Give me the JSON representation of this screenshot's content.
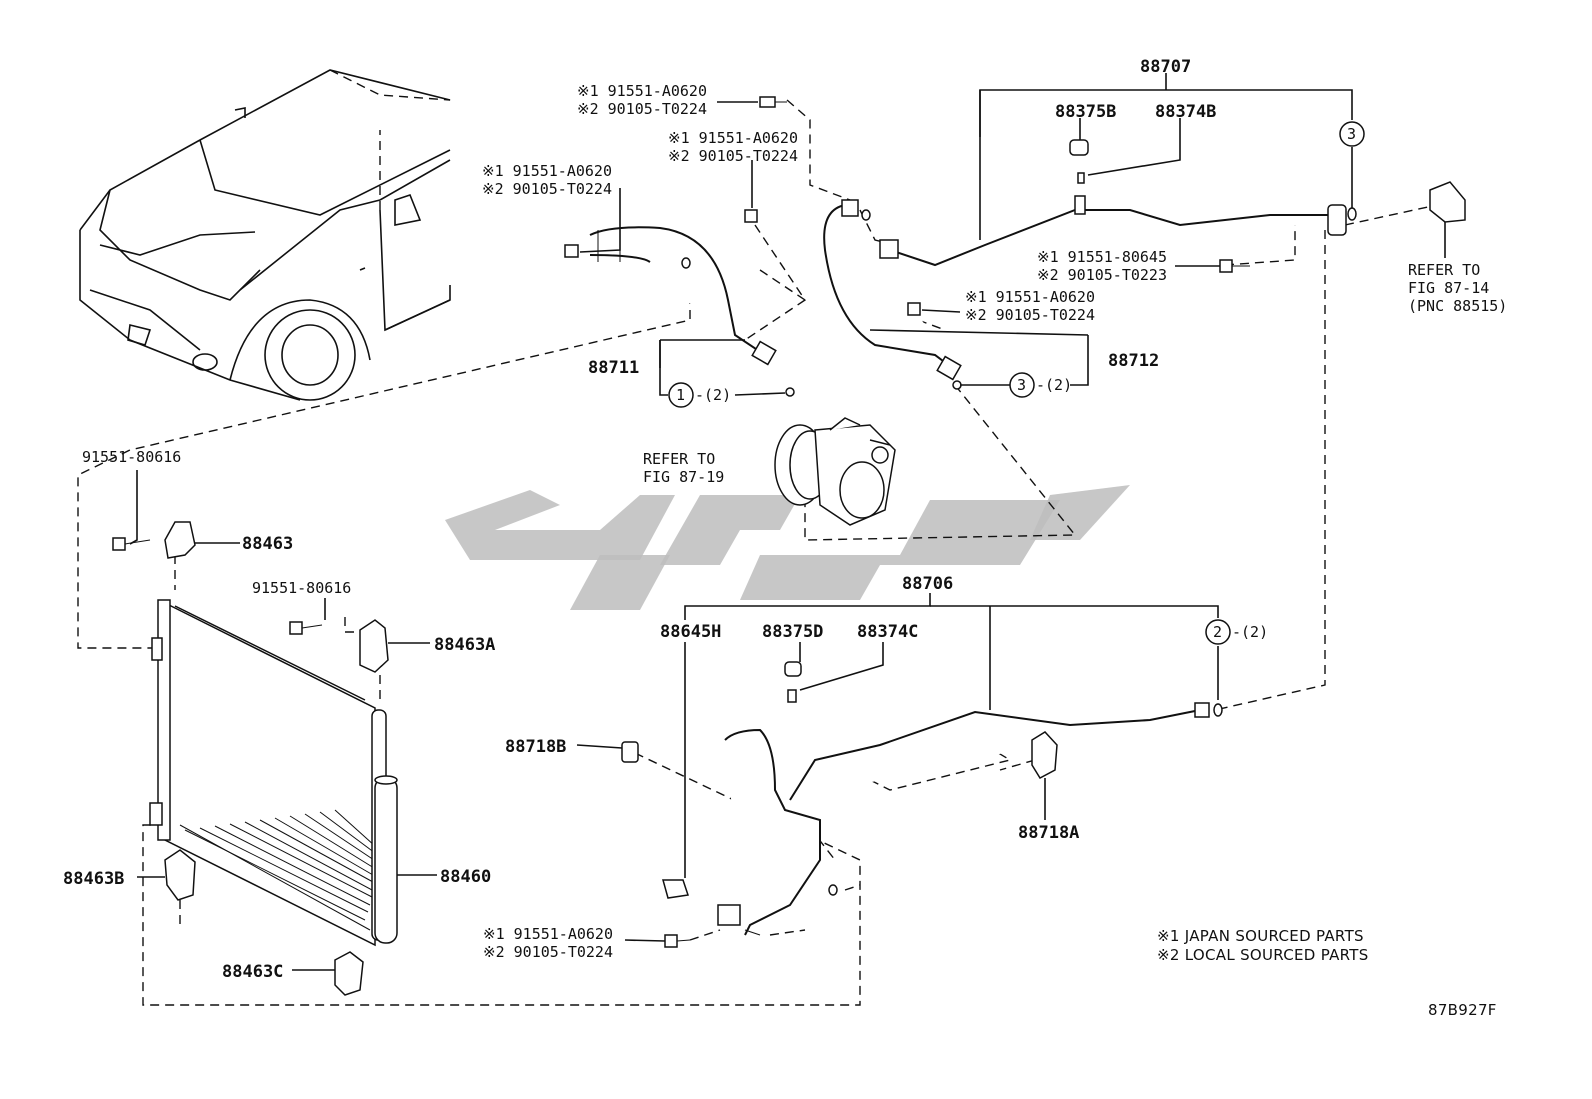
{
  "labels": {
    "p88707": "88707",
    "p88375B": "88375B",
    "p88374B": "88374B",
    "p88711": "88711",
    "p88712": "88712",
    "p88706": "88706",
    "p88645H": "88645H",
    "p88375D": "88375D",
    "p88374C": "88374C",
    "p88718B": "88718B",
    "p88718A": "88718A",
    "p88463": "88463",
    "p88463A": "88463A",
    "p88463B": "88463B",
    "p88463C": "88463C",
    "p88460": "88460"
  },
  "bolts": {
    "top_center": [
      "※1 91551-A0620",
      "※2 90105-T0224"
    ],
    "mid_center": [
      "※1 91551-A0620",
      "※2 90105-T0224"
    ],
    "left_pipe": [
      "※1 91551-A0620",
      "※2 90105-T0224"
    ],
    "right_upper": [
      "※1 91551-80645",
      "※2 90105-T0223"
    ],
    "right_mid": [
      "※1 91551-A0620",
      "※2 90105-T0224"
    ],
    "bottom": [
      "※1 91551-A0620",
      "※2 90105-T0224"
    ],
    "cond_left": "91551-80616",
    "cond_mid": "91551-80616"
  },
  "refs": {
    "compressor": [
      "REFER TO",
      "FIG 87-19"
    ],
    "right": [
      "REFER TO",
      "FIG 87-14",
      "(PNC 88515)"
    ]
  },
  "callouts": {
    "c1": "1",
    "c1_qty": "-(2)",
    "c2": "2",
    "c2_qty": "-(2)",
    "c3a": "3",
    "c3b": "3",
    "c3_qty": "-(2)"
  },
  "notes": [
    "※1 JAPAN SOURCED PARTS",
    "※2 LOCAL SOURCED PARTS"
  ],
  "figure_code": "87B927F",
  "colors": {
    "line": "#111111",
    "watermark": "#bdbdbd",
    "background": "#ffffff"
  }
}
